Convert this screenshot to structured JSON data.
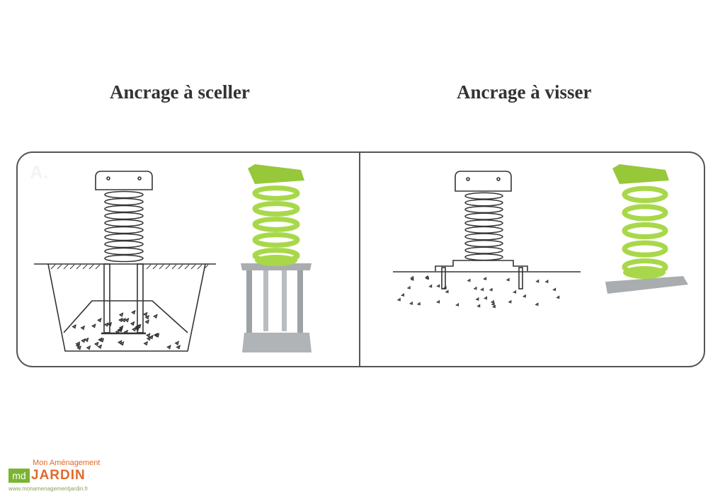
{
  "titles": {
    "left": "Ancrage à sceller",
    "right": "Ancrage à visser"
  },
  "panel_label": "A.",
  "logo": {
    "tagline": "Mon Aménagement",
    "brand": "JARDIN",
    "mark": "md",
    "url": "www.monamenagementjardin.fr"
  },
  "colors": {
    "spring_green": "#a8d84a",
    "metal": "#a9adb0",
    "line": "#333333",
    "brand_orange": "#e06a2a",
    "brand_green": "#7bb431"
  }
}
